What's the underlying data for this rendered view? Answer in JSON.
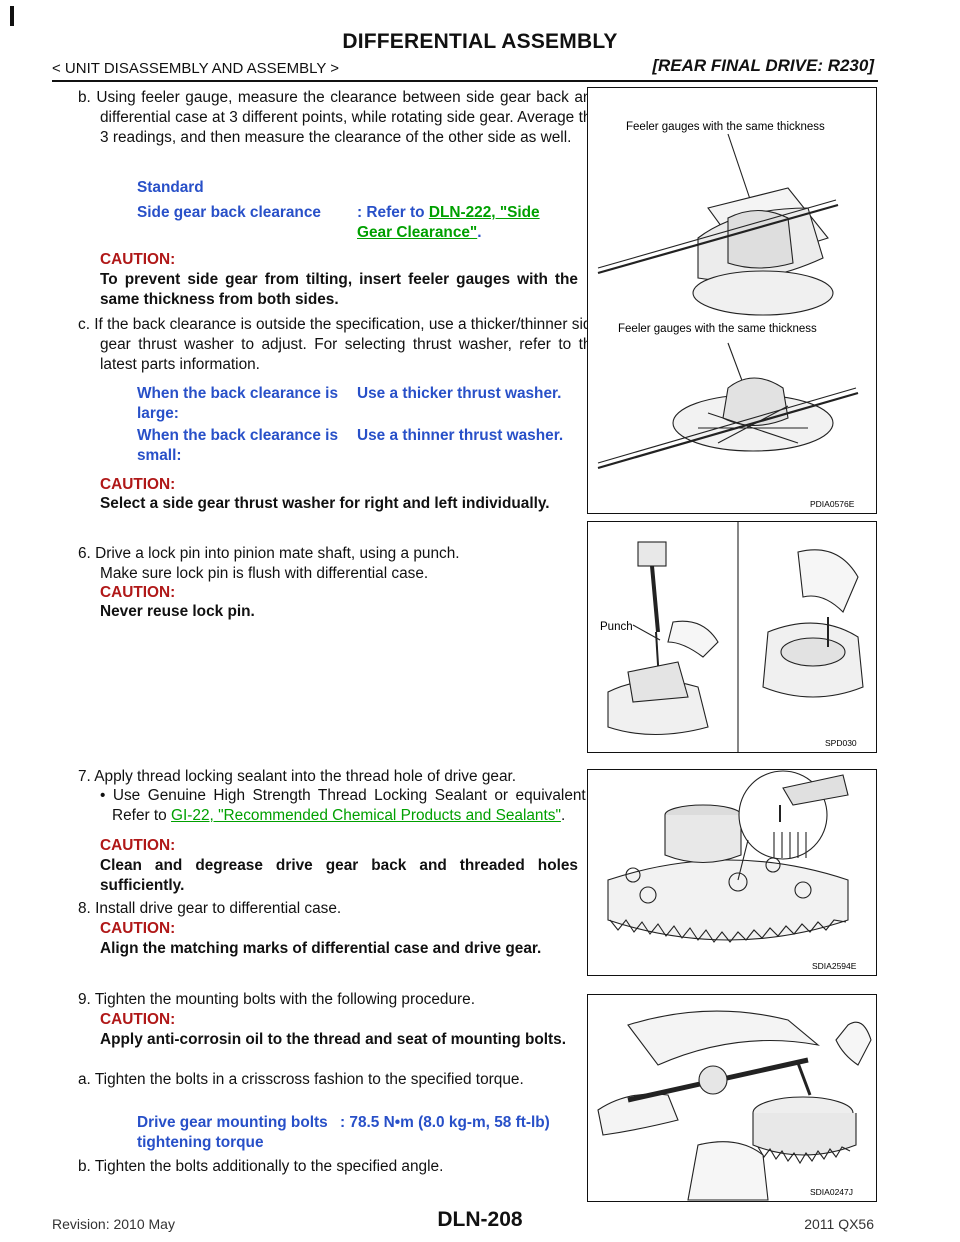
{
  "header": {
    "title": "DIFFERENTIAL ASSEMBLY",
    "breadcrumb": "< UNIT DISASSEMBLY AND ASSEMBLY >",
    "section": "[REAR FINAL DRIVE: R230]"
  },
  "steps": {
    "b1": "b. Using feeler gauge, measure the clearance between side gear back and differential case at 3 different points, while rotating side gear. Average the 3 readings, and then measure the clearance of the other side as well.",
    "spec1_heading": "Standard",
    "spec1_label": "Side gear back clearance",
    "spec1_prefix": ": Refer to ",
    "spec1_link": "DLN-222, \"Side Gear Clearance\"",
    "spec1_suffix": ".",
    "caution1_label": "CAUTION:",
    "caution1_text": "To prevent side gear from tilting, insert feeler gauges with the same thickness from both sides.",
    "c1": "c. If the back clearance is outside the specification, use a thicker/thinner side gear thrust washer to adjust. For selecting thrust washer, refer to the latest parts information.",
    "large_label": "When the back clearance is large:",
    "large_value": "Use a thicker thrust washer.",
    "small_label": "When the back clearance is small:",
    "small_value": "Use a thinner thrust washer.",
    "caution2_label": "CAUTION:",
    "caution2_text": "Select a side gear thrust washer for right and left individually.",
    "s6": "6. Drive a lock pin into pinion mate shaft, using a punch.",
    "s6_sub": "Make sure lock pin is flush with differential case.",
    "caution3_label": "CAUTION:",
    "caution3_text": "Never reuse lock pin.",
    "s7": "7. Apply thread locking sealant into the thread hole of drive gear.",
    "s7_bullet_prefix": "• Use Genuine High Strength Thread Locking Sealant or equivalent. Refer to ",
    "s7_link": "GI-22, \"Recommended Chemical Products and Sealants\"",
    "s7_suffix": ".",
    "caution4_label": "CAUTION:",
    "caution4_text": "Clean and degrease drive gear back and threaded holes sufficiently.",
    "s8": "8. Install drive gear to differential case.",
    "caution5_label": "CAUTION:",
    "caution5_text": "Align the matching marks of differential case and drive gear.",
    "s9": "9. Tighten the mounting bolts with the following procedure.",
    "caution6_label": "CAUTION:",
    "caution6_text": "Apply anti-corrosin oil to the thread and seat of mounting bolts.",
    "a9": "a. Tighten the bolts in a crisscross fashion to the specified torque.",
    "torque_label": "Drive gear mounting bolts tightening torque",
    "torque_value": ": 78.5 N•m (8.0 kg-m, 58 ft-lb)",
    "b9": "b. Tighten the bolts additionally to the specified angle."
  },
  "figures": {
    "fig1": {
      "label_top": "Feeler gauges with the same thickness",
      "label_bottom": "Feeler gauges with the same thickness",
      "code": "PDIA0576E"
    },
    "fig2": {
      "label": "Punch",
      "code": "SPD030"
    },
    "fig3": {
      "code": "SDIA2594E"
    },
    "fig4": {
      "code": "SDIA0247J"
    }
  },
  "footer": {
    "revision": "Revision: 2010 May",
    "page": "DLN-208",
    "model": "2011 QX56"
  },
  "colors": {
    "caution": "#b01818",
    "spec": "#2850c8",
    "link": "#00a000"
  }
}
